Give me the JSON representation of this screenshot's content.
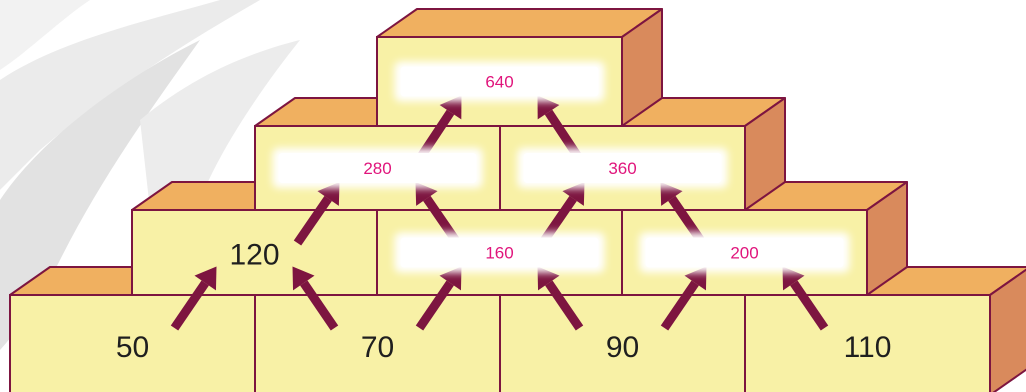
{
  "colors": {
    "brick_face": "#f8f1a6",
    "brick_top": "#f0b060",
    "brick_side": "#d98a5c",
    "outline": "#7d1540",
    "arrow": "#7d1540",
    "answer_text": "#e0157c",
    "given_text": "#1f1f1f",
    "answer_box": "#ffffff"
  },
  "pyramid": {
    "rows": [
      {
        "level": "top",
        "cells": [
          {
            "value": "640",
            "kind": "answer"
          }
        ]
      },
      {
        "level": "third",
        "cells": [
          {
            "value": "280",
            "kind": "answer"
          },
          {
            "value": "360",
            "kind": "answer"
          }
        ]
      },
      {
        "level": "second",
        "cells": [
          {
            "value": "120",
            "kind": "given"
          },
          {
            "value": "160",
            "kind": "answer"
          },
          {
            "value": "200",
            "kind": "answer"
          }
        ]
      },
      {
        "level": "bottom",
        "cells": [
          {
            "value": "50",
            "kind": "given"
          },
          {
            "value": "70",
            "kind": "given"
          },
          {
            "value": "90",
            "kind": "given"
          },
          {
            "value": "110",
            "kind": "given"
          }
        ]
      }
    ]
  }
}
